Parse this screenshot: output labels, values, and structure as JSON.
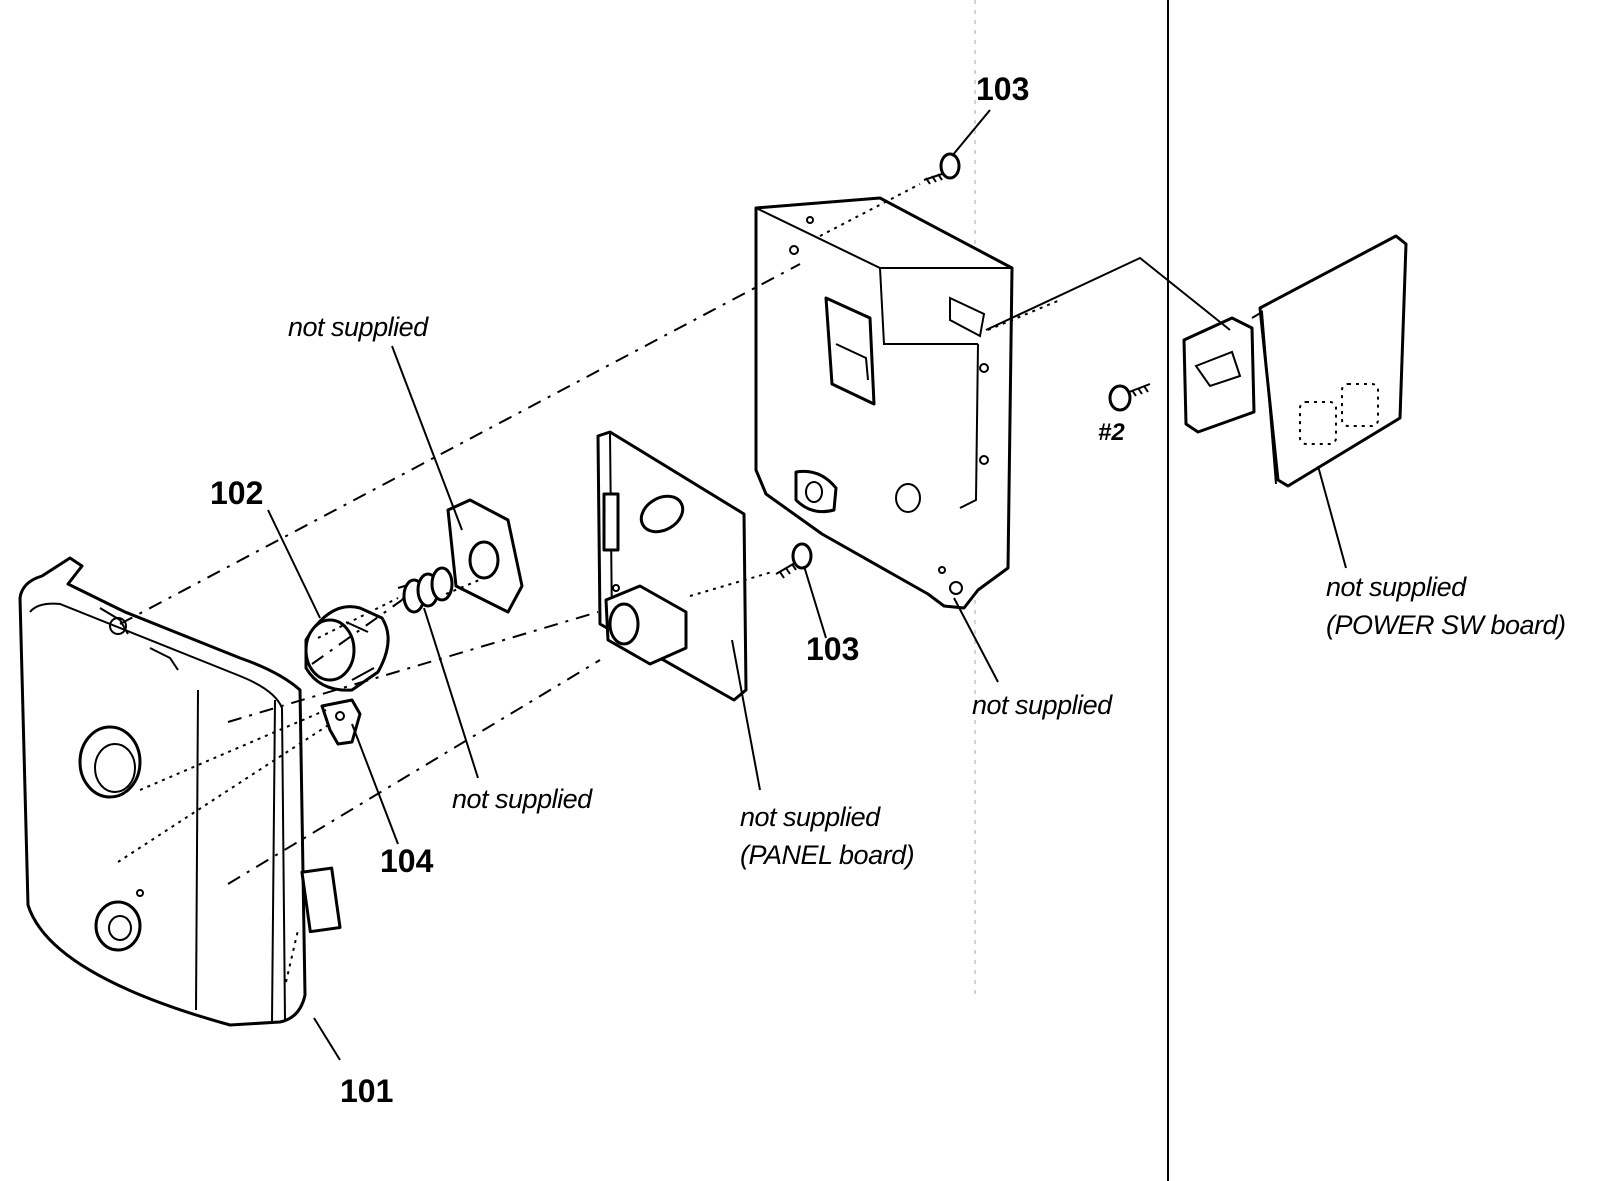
{
  "labels": {
    "part_101": "101",
    "part_102": "102",
    "part_103_top": "103",
    "part_103_mid": "103",
    "part_104": "104",
    "screw_2": "#2",
    "ns_top": "not supplied",
    "ns_spring": "not supplied",
    "ns_panel_1": "not supplied",
    "ns_panel_2": "(PANEL board)",
    "ns_bracket": "not supplied",
    "ns_power_1": "not supplied",
    "ns_power_2": "(POWER SW board)"
  }
}
